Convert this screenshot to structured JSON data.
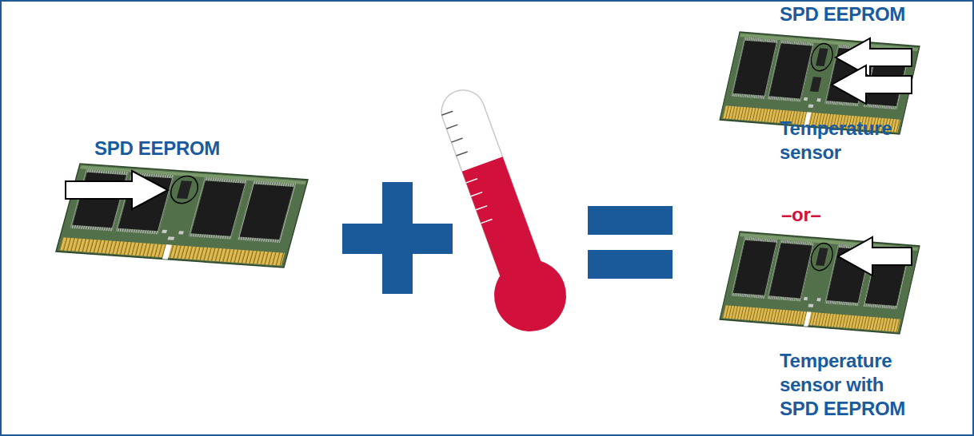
{
  "diagram": {
    "labels": [
      "SPD EEPROM",
      "SPD EEPROM",
      "Temperature sensor",
      "–or–",
      "Temperature sensor with SPD EEPROM"
    ]
  }
}
